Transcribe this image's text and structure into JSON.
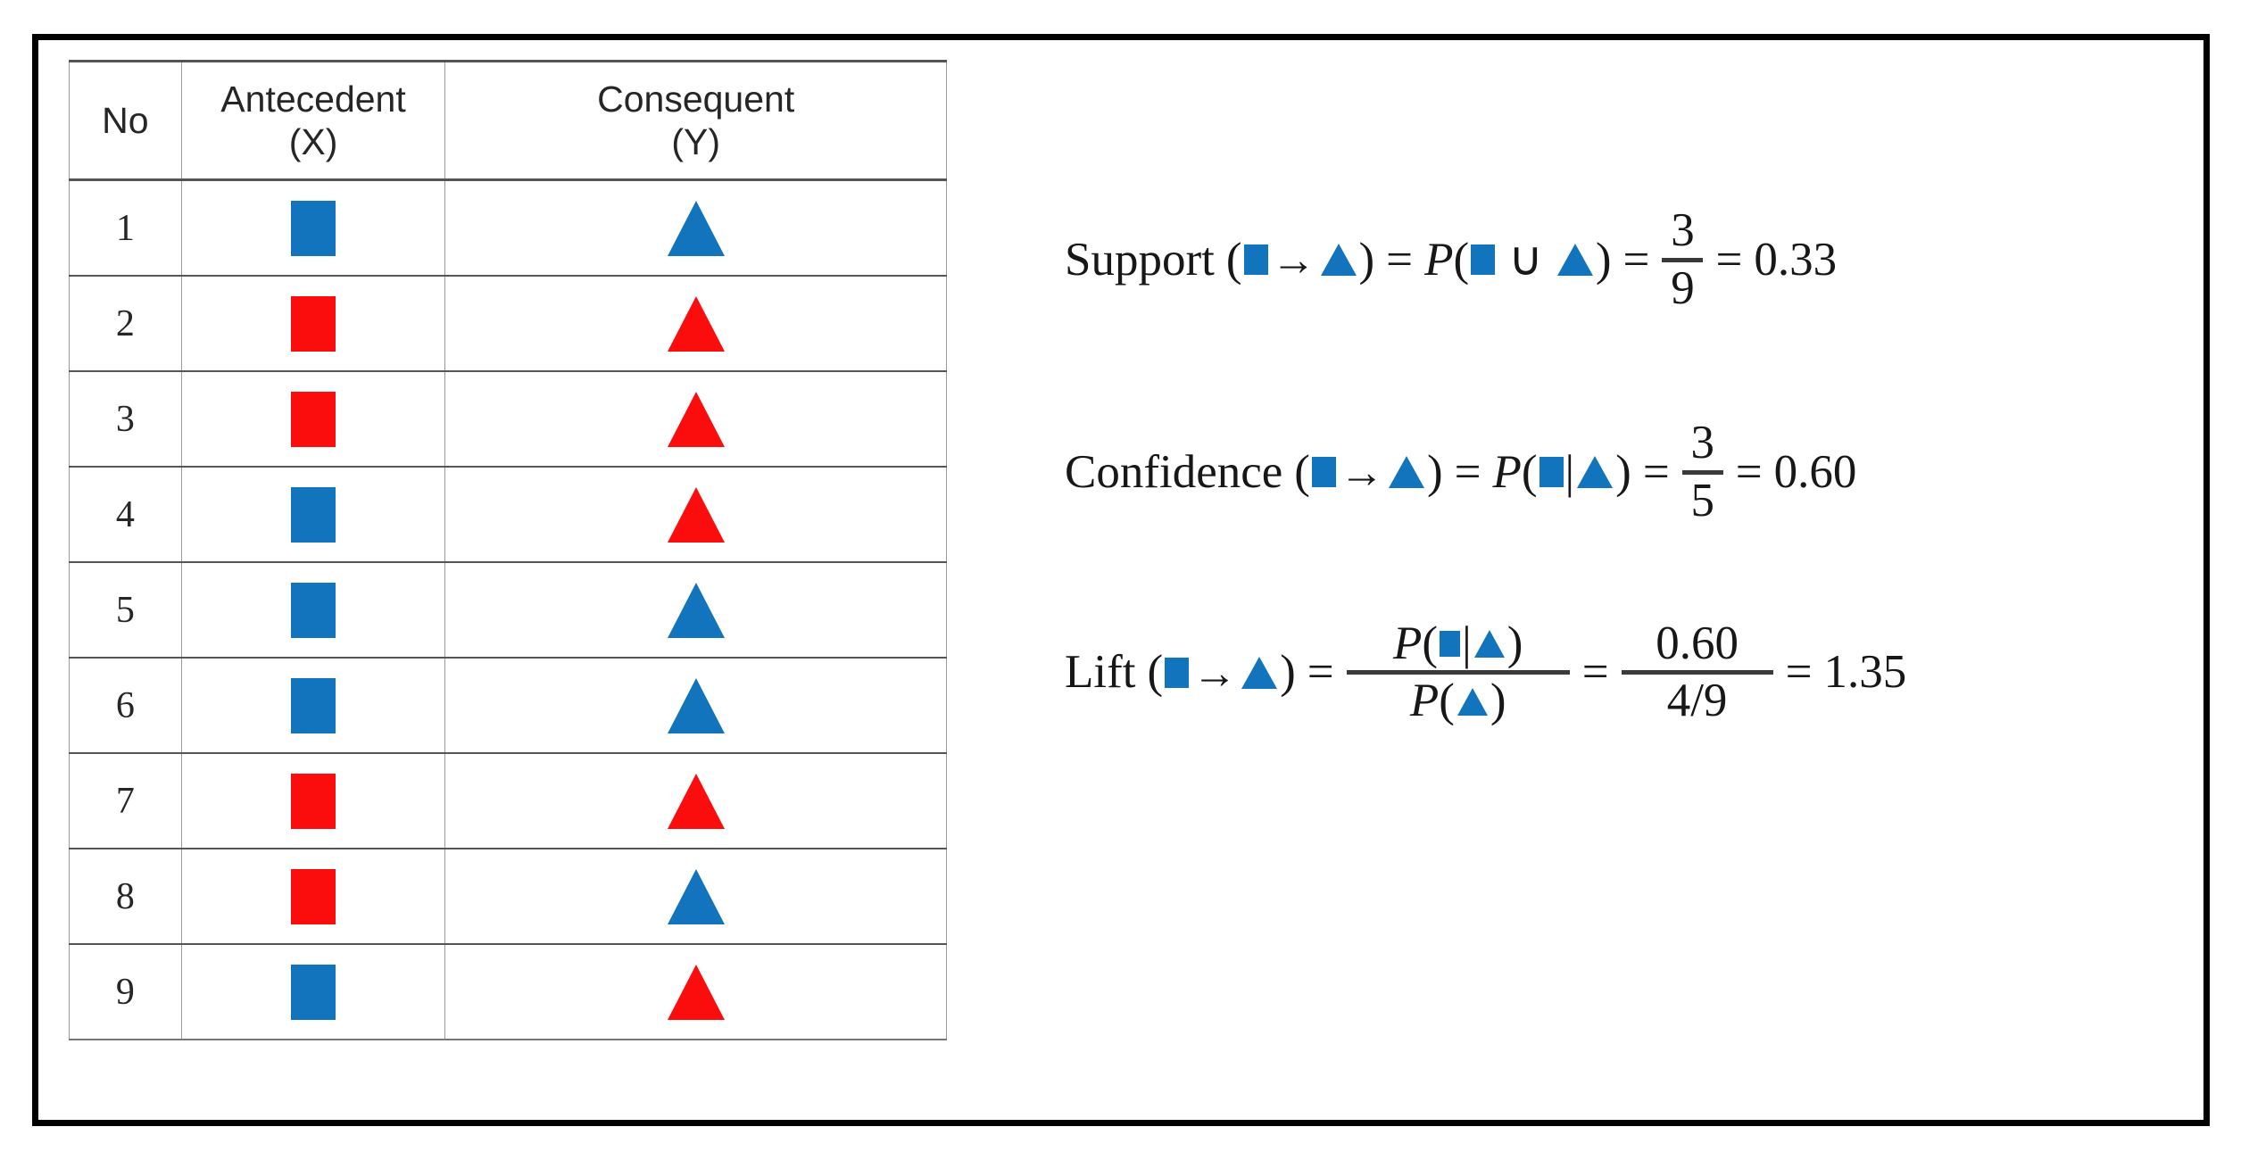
{
  "figure": {
    "table": {
      "headers": [
        {
          "label": "No",
          "sub": ""
        },
        {
          "label": "Antecedent",
          "sub": "(X)"
        },
        {
          "label": "Consequent",
          "sub": "(Y)"
        }
      ],
      "rows": [
        {
          "no": "1",
          "antecedent": "blue-square",
          "consequent": "blue-triangle"
        },
        {
          "no": "2",
          "antecedent": "red-square",
          "consequent": "red-triangle"
        },
        {
          "no": "3",
          "antecedent": "red-square",
          "consequent": "red-triangle"
        },
        {
          "no": "4",
          "antecedent": "blue-square",
          "consequent": "red-triangle"
        },
        {
          "no": "5",
          "antecedent": "blue-square",
          "consequent": "blue-triangle"
        },
        {
          "no": "6",
          "antecedent": "blue-square",
          "consequent": "blue-triangle"
        },
        {
          "no": "7",
          "antecedent": "red-square",
          "consequent": "red-triangle"
        },
        {
          "no": "8",
          "antecedent": "red-square",
          "consequent": "blue-triangle"
        },
        {
          "no": "9",
          "antecedent": "blue-square",
          "consequent": "red-triangle"
        }
      ]
    },
    "formulas": {
      "support": {
        "name": "Support",
        "open_paren": "(",
        "arrow": "→",
        "close_paren": ")",
        "eq1": "=",
        "p": "P",
        "p_open": "(",
        "union": "∪",
        "p_close": ")",
        "eq2": "=",
        "numerator": "3",
        "denominator": "9",
        "eq3": "=",
        "result": "0.33"
      },
      "confidence": {
        "name": "Confidence",
        "open_paren": "(",
        "arrow": "→",
        "close_paren": ")",
        "eq1": "=",
        "p": "P",
        "p_open": "(",
        "given": "|",
        "p_close": ")",
        "eq2": "=",
        "numerator": "3",
        "denominator": "5",
        "eq3": "=",
        "result": "0.60"
      },
      "lift": {
        "name": "Lift",
        "open_paren": "(",
        "arrow": "→",
        "close_paren": ")",
        "eq1": "=",
        "num_p": "P",
        "num_open": "(",
        "num_given": "|",
        "num_close": ")",
        "den_p": "P",
        "den_open": "(",
        "den_close": ")",
        "eq2": "=",
        "numerator": "0.60",
        "denominator": "4/9",
        "eq3": "=",
        "result": "1.35"
      }
    },
    "colors": {
      "blue": "#1174bc",
      "red": "#fb0d0d",
      "frame": "#000000",
      "grid": "#555555"
    }
  }
}
